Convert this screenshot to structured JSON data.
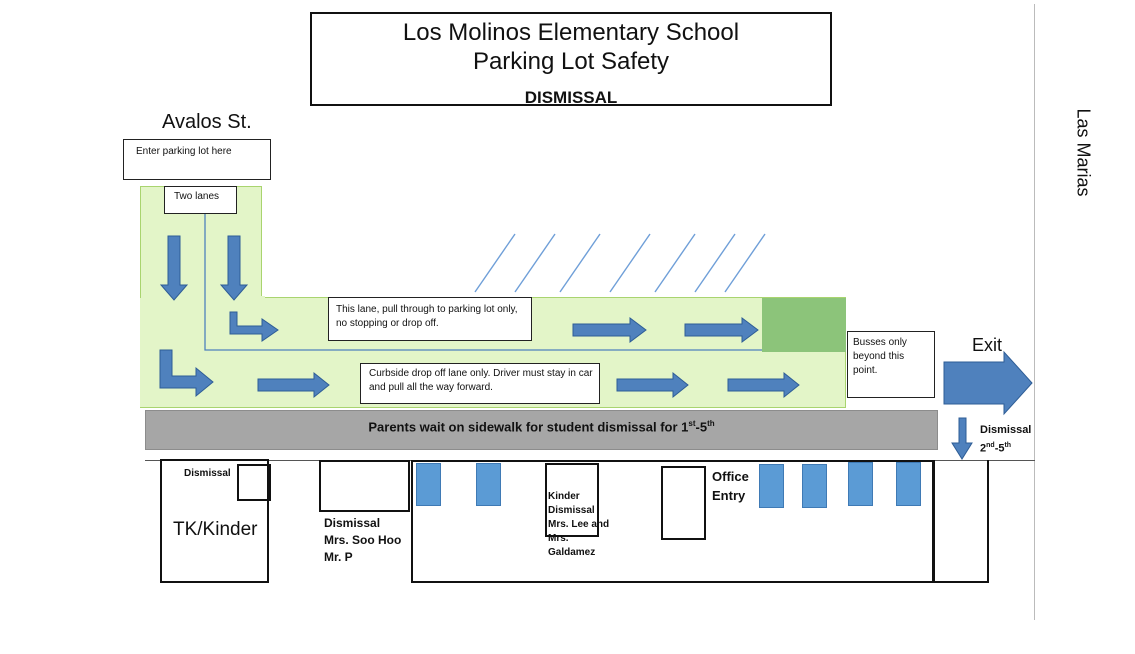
{
  "header": {
    "title_line1": "Los Molinos Elementary School",
    "title_line2": "Parking Lot Safety",
    "subtitle": "DISMISSAL"
  },
  "streets": {
    "avalos": "Avalos St.",
    "las_marias": "Las Marias"
  },
  "notes": {
    "enter": "Enter parking lot here",
    "two_lanes": "Two lanes",
    "upper_lane": "This lane, pull through to parking lot only, no stopping or drop off.",
    "curbside": "Curbside drop off lane only.  Driver must stay in car and pull all the way forward.",
    "busses": "Busses only beyond this point.",
    "exit": "Exit"
  },
  "sidewalk": {
    "text": "Parents wait on sidewalk for student dismissal for 1",
    "sup1": "st",
    "text2": "-5",
    "sup2": "th"
  },
  "right_dismissal": {
    "line1": "Dismissal",
    "line2_a": "2",
    "sup_a": "nd",
    "line2_b": "-5",
    "sup_b": "th"
  },
  "buildings": {
    "tk_dismissal": "Dismissal",
    "tk_kinder": "TK/Kinder",
    "soo_hoo_line1": "Dismissal",
    "soo_hoo_line2": "Mrs. Soo Hoo",
    "soo_hoo_line3": "Mr. P",
    "kinder_line1": "Kinder",
    "kinder_line2": "Dismissal",
    "kinder_line3": "Mrs. Lee and",
    "kinder_line4": "Mrs.",
    "kinder_line5": "Galdamez",
    "office_line1": "Office",
    "office_line2": "Entry"
  },
  "colors": {
    "lane_green": "#e3f5c8",
    "lane_border": "#a9d46f",
    "arrow_blue": "#4f81bd",
    "bus_zone_green": "#8cc47a",
    "sidewalk_gray": "#a6a6a6"
  }
}
